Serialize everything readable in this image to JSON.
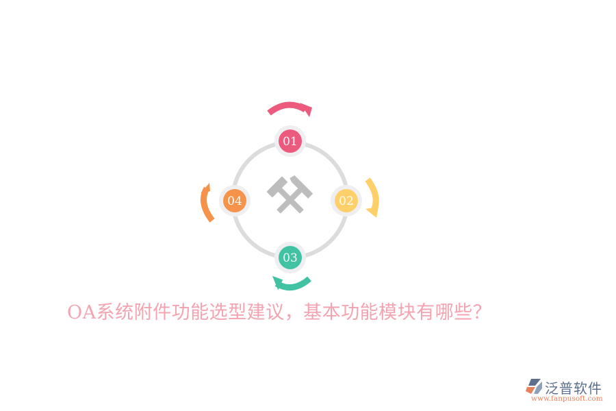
{
  "diagram": {
    "center_icon": "crossed-hammers-icon",
    "ring_color": "#dcdcdc",
    "nodes": [
      {
        "label": "01",
        "color": "#ec5a7e",
        "position": "top",
        "arrow_direction": "clockwise"
      },
      {
        "label": "02",
        "color": "#fdd06a",
        "position": "right",
        "arrow_direction": "clockwise"
      },
      {
        "label": "03",
        "color": "#41c3a3",
        "position": "bottom",
        "arrow_direction": "clockwise"
      },
      {
        "label": "04",
        "color": "#f5934b",
        "position": "left",
        "arrow_direction": "clockwise"
      }
    ]
  },
  "title": {
    "text": "OA系统附件功能选型建议，基本功能模块有哪些？",
    "color": "#f4a3b0"
  },
  "logo": {
    "name": "泛普软件",
    "url": "www.fanpusoft.com"
  }
}
